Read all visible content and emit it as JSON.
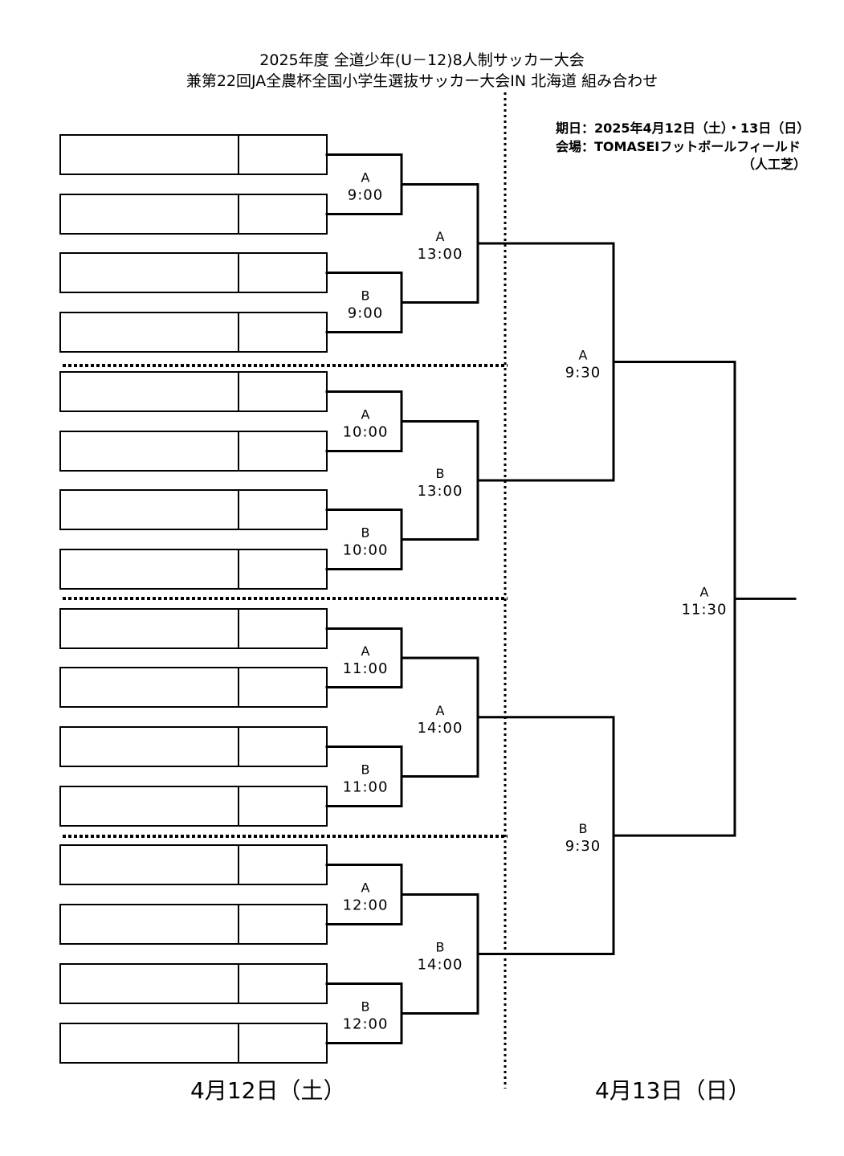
{
  "title": {
    "line1": "2025年度 全道少年(U－12)8人制サッカー大会",
    "line2": "兼第22回JA全農杯全国小学生選抜サッカー大会IN 北海道 組み合わせ"
  },
  "info": {
    "date": "期日：2025年4月12日（土）・13日（日）",
    "venue": "会場：TOMASEIフットボールフィールド",
    "venue_note": "（人工芝）"
  },
  "team_slots": [
    {
      "name": "",
      "seed": ""
    },
    {
      "name": "",
      "seed": ""
    },
    {
      "name": "",
      "seed": ""
    },
    {
      "name": "",
      "seed": ""
    },
    {
      "name": "",
      "seed": ""
    },
    {
      "name": "",
      "seed": ""
    },
    {
      "name": "",
      "seed": ""
    },
    {
      "name": "",
      "seed": ""
    },
    {
      "name": "",
      "seed": ""
    },
    {
      "name": "",
      "seed": ""
    },
    {
      "name": "",
      "seed": ""
    },
    {
      "name": "",
      "seed": ""
    },
    {
      "name": "",
      "seed": ""
    },
    {
      "name": "",
      "seed": ""
    },
    {
      "name": "",
      "seed": ""
    },
    {
      "name": "",
      "seed": ""
    }
  ],
  "rounds": [
    [
      {
        "court": "A",
        "time": "9:00"
      },
      {
        "court": "B",
        "time": "9:00"
      },
      {
        "court": "A",
        "time": "10:00"
      },
      {
        "court": "B",
        "time": "10:00"
      },
      {
        "court": "A",
        "time": "11:00"
      },
      {
        "court": "B",
        "time": "11:00"
      },
      {
        "court": "A",
        "time": "12:00"
      },
      {
        "court": "B",
        "time": "12:00"
      }
    ],
    [
      {
        "court": "A",
        "time": "13:00"
      },
      {
        "court": "B",
        "time": "13:00"
      },
      {
        "court": "A",
        "time": "14:00"
      },
      {
        "court": "B",
        "time": "14:00"
      }
    ],
    [
      {
        "court": "A",
        "time": "9:30"
      },
      {
        "court": "B",
        "time": "9:30"
      }
    ],
    [
      {
        "court": "A",
        "time": "11:30"
      }
    ]
  ],
  "day_labels": {
    "day1": "4月12日（土）",
    "day2": "4月13日（日）"
  }
}
